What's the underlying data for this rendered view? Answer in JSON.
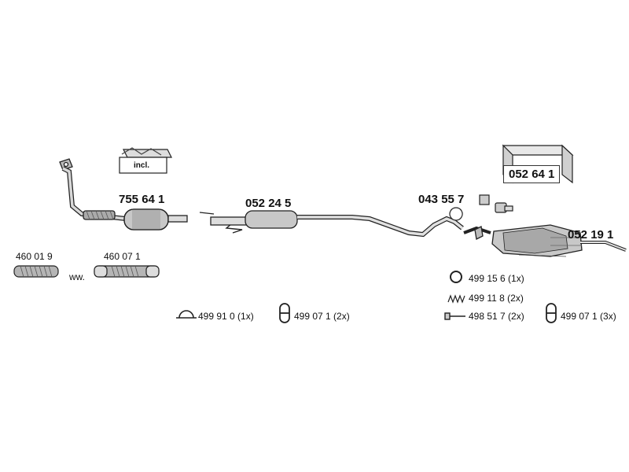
{
  "labels": {
    "box_left": "incl.",
    "box_right": "052 64 1",
    "downpipe": "755 64 1",
    "middle": "052 24 5",
    "flange": "043 55 7",
    "rear": "052 19 1",
    "flex_a": "460 01 9",
    "flex_b": "460 07 1",
    "ww": "ww.",
    "clamp_a": "499 91 0 (1x)",
    "hanger_a": "499 07 1 (2x)",
    "ring": "499 15 6 (1x)",
    "spring": "499 11 8 (2x)",
    "bolt": "498 51 7 (2x)",
    "hanger_b": "499 07 1 (3x)"
  },
  "colors": {
    "line": "#222222",
    "fill": "#c8c8c8",
    "dark": "#7a7a7a"
  }
}
